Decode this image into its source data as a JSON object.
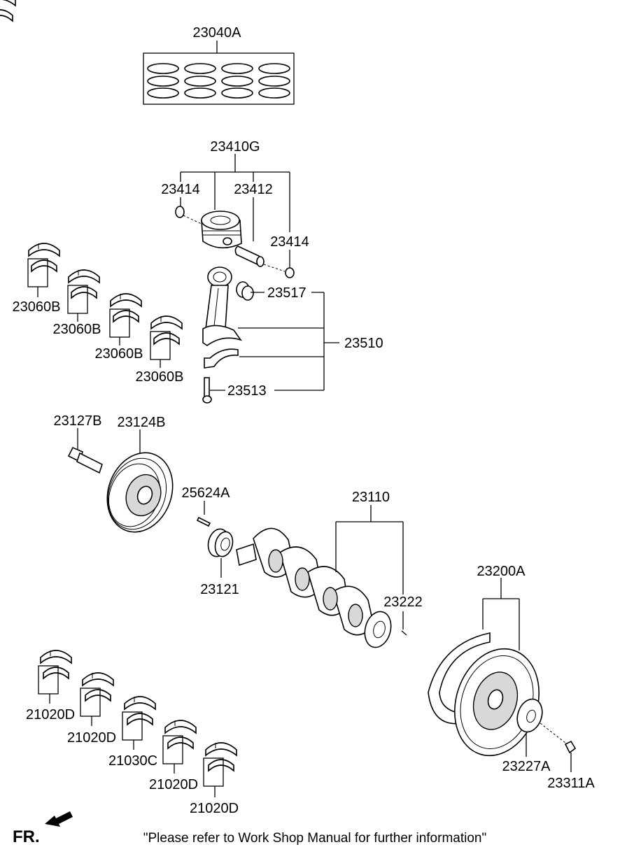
{
  "labels": {
    "piston_ring_set": "23040A",
    "piston_assy": "23410G",
    "snap_ring_left": "23414",
    "piston_pin": "23412",
    "snap_ring_right": "23414",
    "bushing": "23517",
    "connecting_rod_assy": "23510",
    "rod_bolt": "23513",
    "rod_bearing_1": "23060B",
    "rod_bearing_2": "23060B",
    "rod_bearing_3": "23060B",
    "rod_bearing_4": "23060B",
    "pulley_bolt": "23127B",
    "damper_pulley": "23124B",
    "key": "25624A",
    "sprocket": "23121",
    "crankshaft_assy": "23110",
    "pin": "23222",
    "flywheel_assy": "23200A",
    "adapter_plate": "23227A",
    "flywheel_bolt": "23311A",
    "main_bearing_1": "21020D",
    "main_bearing_2": "21020D",
    "thrust_bearing": "21030C",
    "main_bearing_4": "21020D",
    "main_bearing_5": "21020D"
  },
  "footer": {
    "direction": "FR.",
    "note": "\"Please refer to Work Shop Manual for further information\""
  }
}
